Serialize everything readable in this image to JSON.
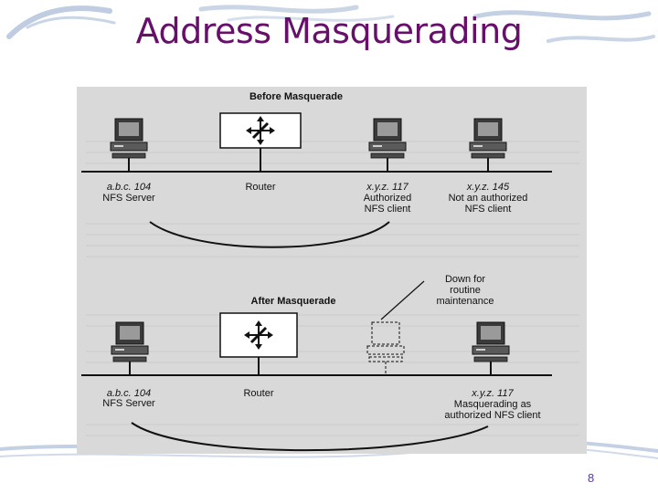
{
  "slide": {
    "title": "Address Masquerading",
    "page_number": "8"
  },
  "colors": {
    "title": "#66106a",
    "figure_bg": "#d9d9d9",
    "swoosh": "#8aa2c8"
  },
  "before": {
    "heading": "Before Masquerade",
    "nfs_server_addr": "a.b.c. 104",
    "nfs_server_label": "NFS Server",
    "router_label": "Router",
    "client_addr": "x.y.z. 117",
    "client_label_1": "Authorized",
    "client_label_2": "NFS client",
    "other_addr": "x.y.z. 145",
    "other_label_1": "Not an authorized",
    "other_label_2": "NFS client"
  },
  "down_note": {
    "line1": "Down for",
    "line2": "routine",
    "line3": "maintenance"
  },
  "after": {
    "heading": "After Masquerade",
    "nfs_server_addr": "a.b.c. 104",
    "nfs_server_label": "NFS Server",
    "router_label": "Router",
    "masq_addr": "x.y.z. 117",
    "masq_label_1": "Masquerading as",
    "masq_label_2": "authorized NFS client"
  },
  "icons": [
    "computer-icon",
    "router-arrows-icon"
  ]
}
